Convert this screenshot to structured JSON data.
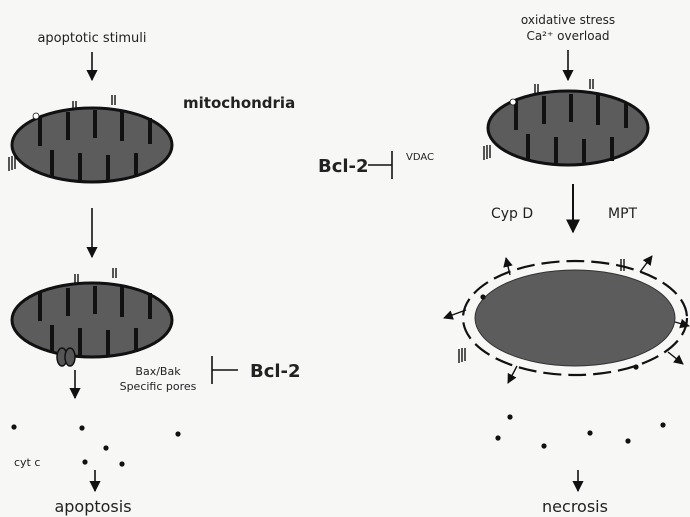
{
  "left": {
    "stimulus": "apoptotic stimuli",
    "organelle": "mitochondria",
    "pore_line1": "Bax/Bak",
    "pore_line2": "Specific pores",
    "inhibitor": "Bcl-2",
    "released": "cyt c",
    "outcome": "apoptosis"
  },
  "right": {
    "stimulus_line1": "oxidative stress",
    "stimulus_line2": "Ca²⁺ overload",
    "inhibitor": "Bcl-2",
    "channel": "VDAC",
    "mediator": "Cyp D",
    "process": "MPT",
    "outcome": "necrosis"
  },
  "colors": {
    "matrix": "#5c5c5c",
    "outline": "#111111",
    "background": "#f7f7f5"
  }
}
